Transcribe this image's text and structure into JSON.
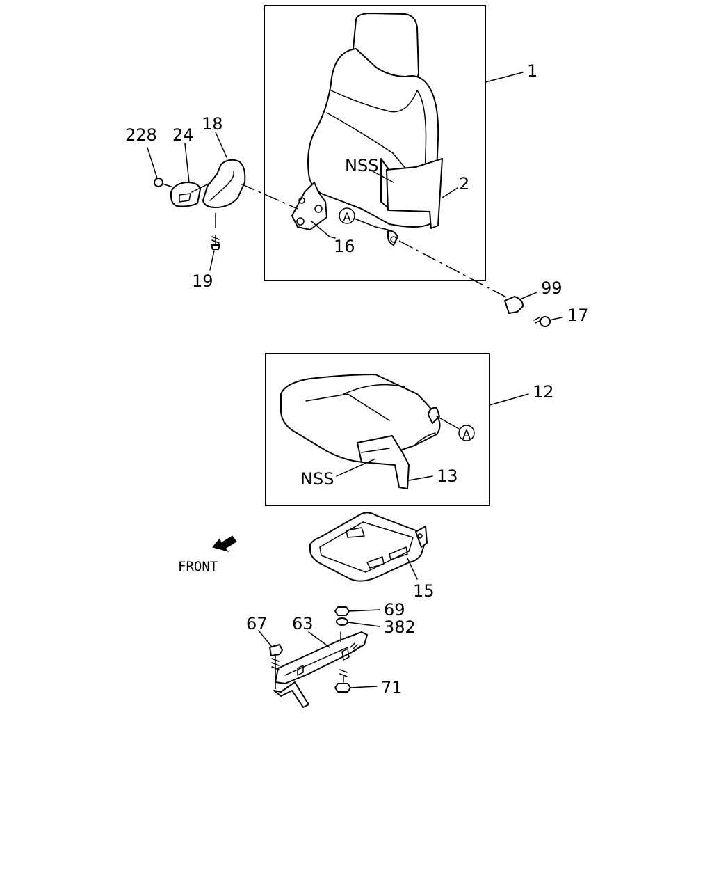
{
  "callouts": {
    "c1": "1",
    "c2": "2",
    "c228": "228",
    "c24": "24",
    "c18": "18",
    "c16": "16",
    "c19": "19",
    "c99": "99",
    "c17": "17",
    "c12": "12",
    "c13": "13",
    "c15": "15",
    "c69": "69",
    "c382": "382",
    "c67": "67",
    "c63": "63",
    "c71": "71",
    "nss_top": "NSS",
    "nss_bottom": "NSS",
    "ref_a_top": "A",
    "ref_a_bottom": "A"
  },
  "front": {
    "label": "FRONT",
    "icon": "front-arrow-icon"
  },
  "colors": {
    "line": "#000000",
    "background": "#ffffff"
  }
}
